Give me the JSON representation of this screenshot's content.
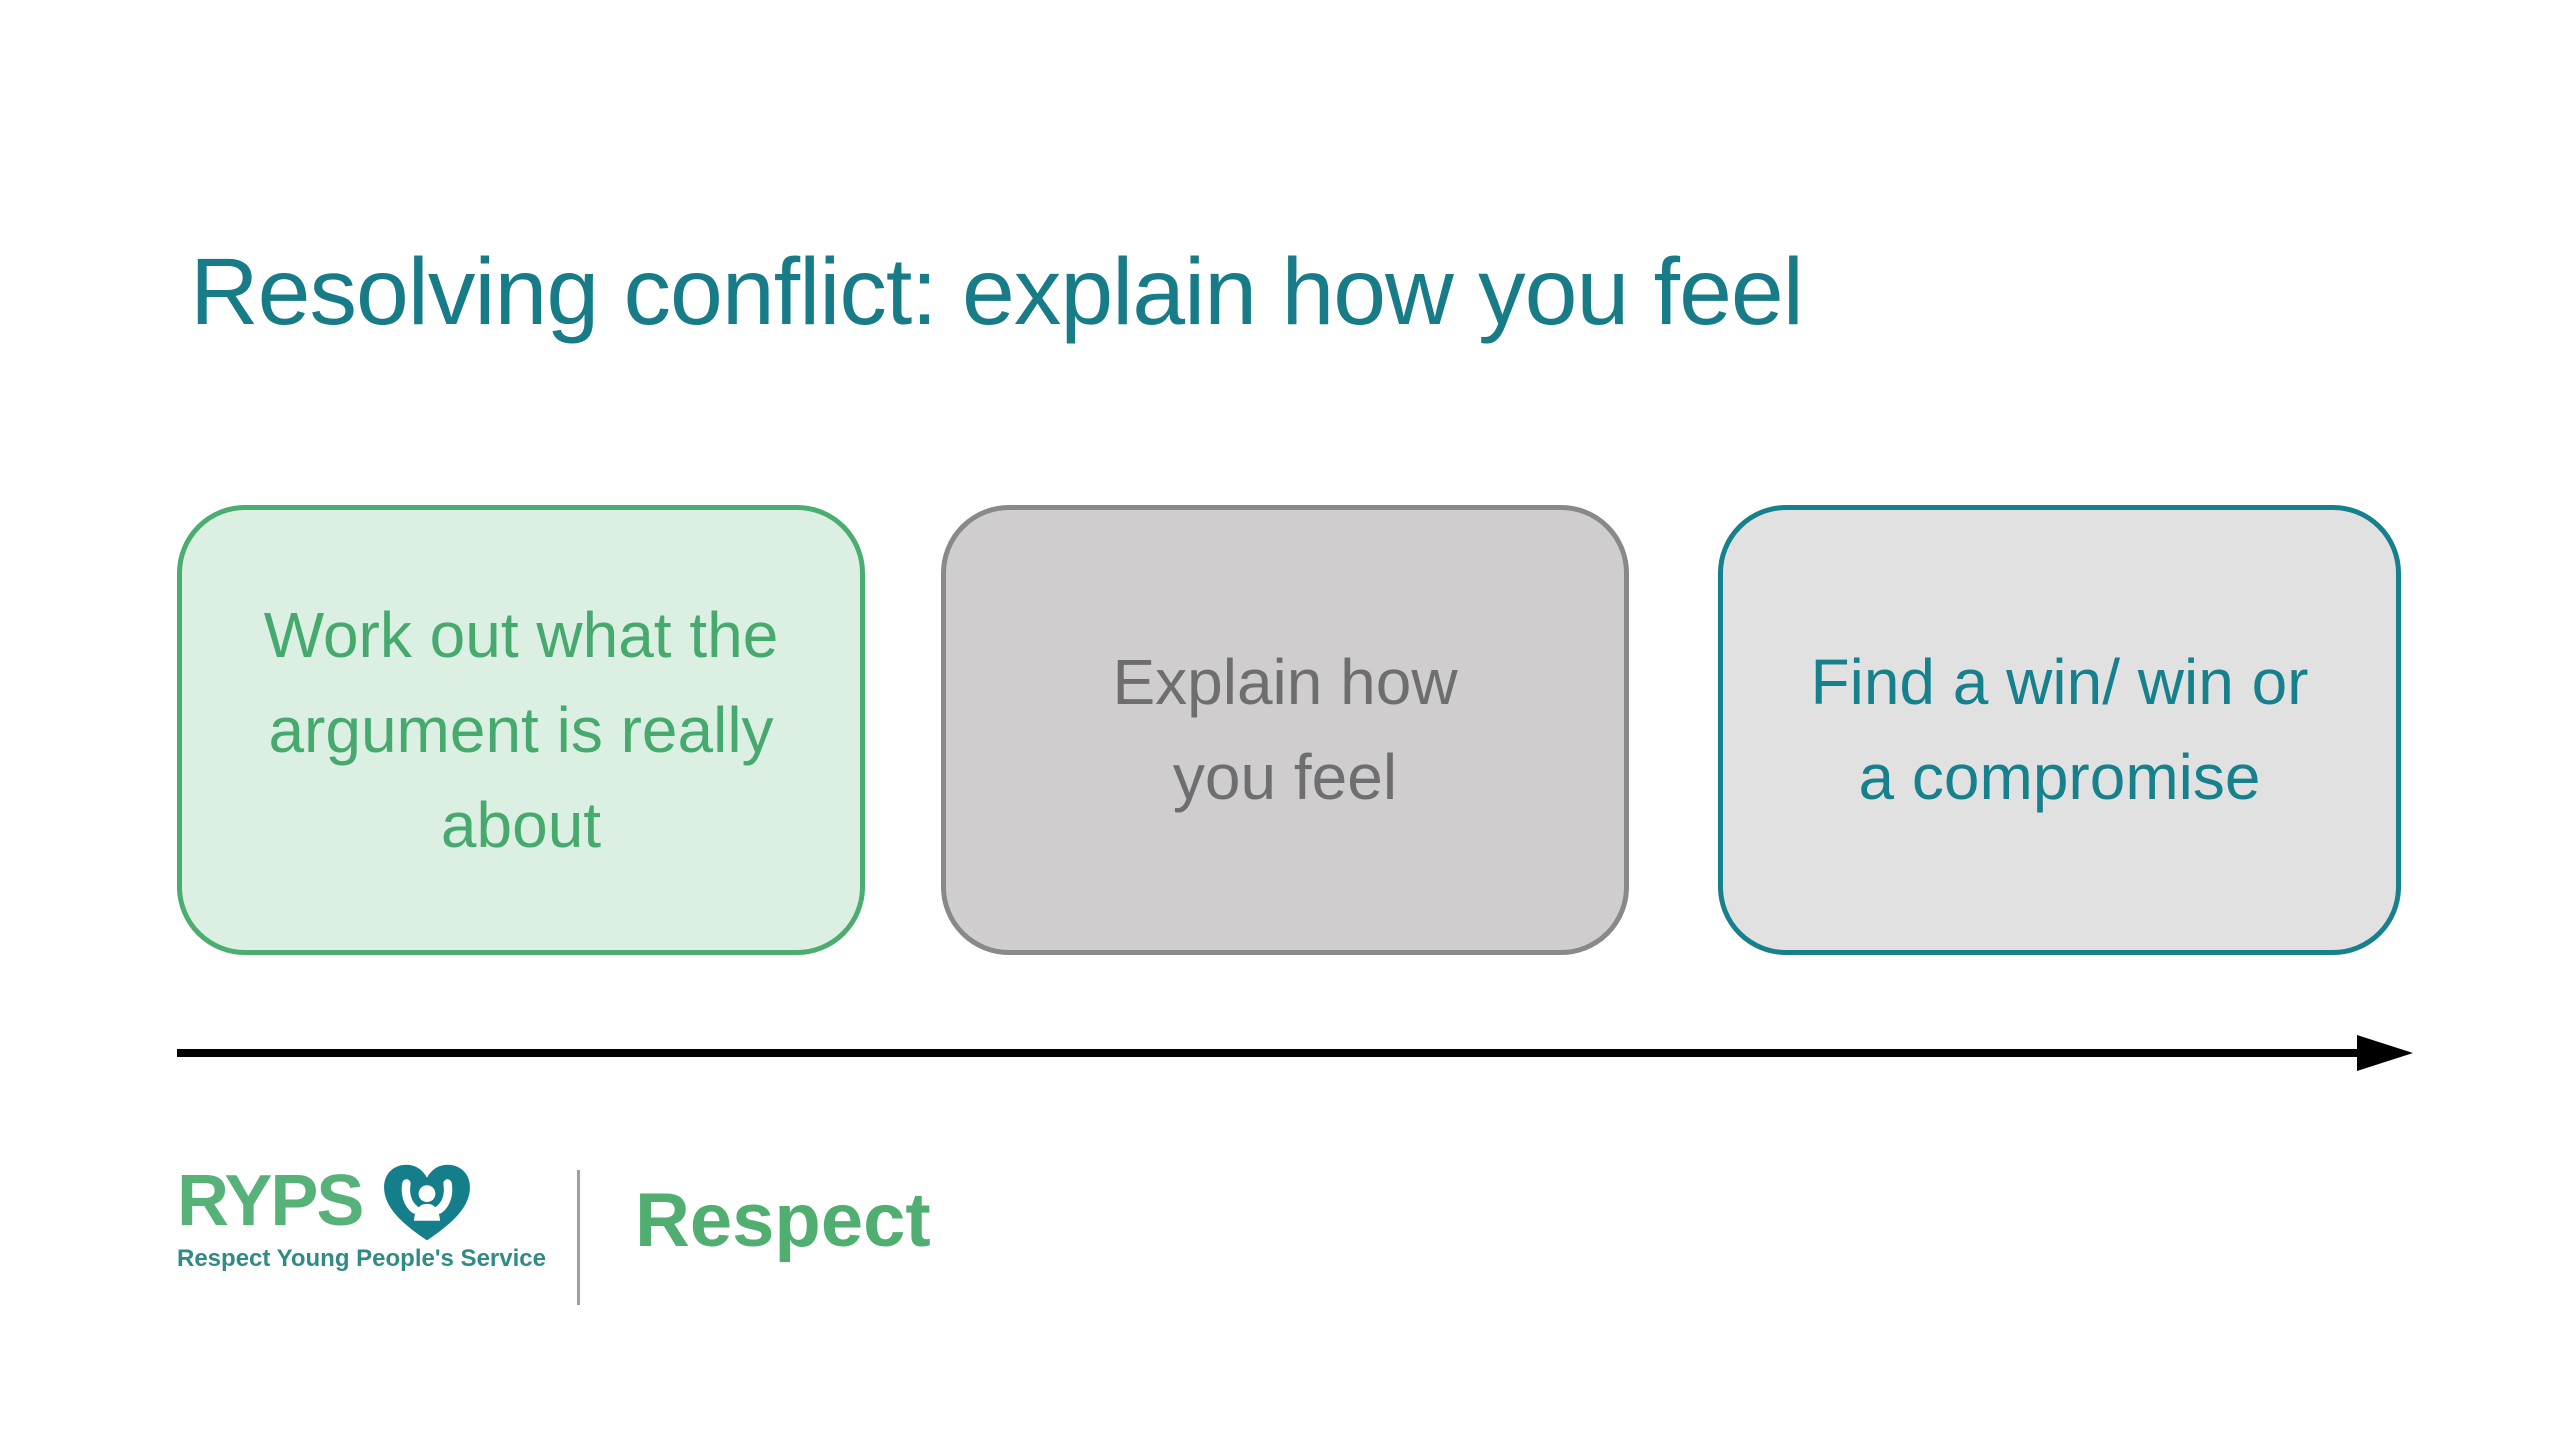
{
  "slide": {
    "title": "Resolving conflict: explain how you feel",
    "title_color": "#177c87",
    "boxes": [
      {
        "label": "Work out what the argument is really about",
        "lines": [
          "Work out what the",
          "argument is really",
          "about"
        ],
        "fill": "#dcefe3",
        "border_color": "#4bae70",
        "text_color": "#46a96d"
      },
      {
        "label": "Explain how you feel",
        "lines": [
          "Explain how",
          "you feel"
        ],
        "fill": "#cfcdce",
        "border_color": "#898989",
        "text_color": "#6e6e70"
      },
      {
        "label": "Find a win/ win or a compromise",
        "lines": [
          "Find a win/ win or",
          "a compromise"
        ],
        "fill": "#e2e1e1",
        "border_color": "#16808c",
        "text_color": "#16808c"
      }
    ],
    "arrow": {
      "direction": "right",
      "color": "#000000"
    },
    "footer_logo": {
      "wordmark": "RYPS",
      "wordmark_color": "#56b278",
      "tagline": "Respect Young People's Service",
      "tagline_color": "#2f8b84",
      "heart_icon_color": "#147f8b",
      "partner_wordmark": "Respect",
      "partner_color": "#4fae70"
    }
  }
}
